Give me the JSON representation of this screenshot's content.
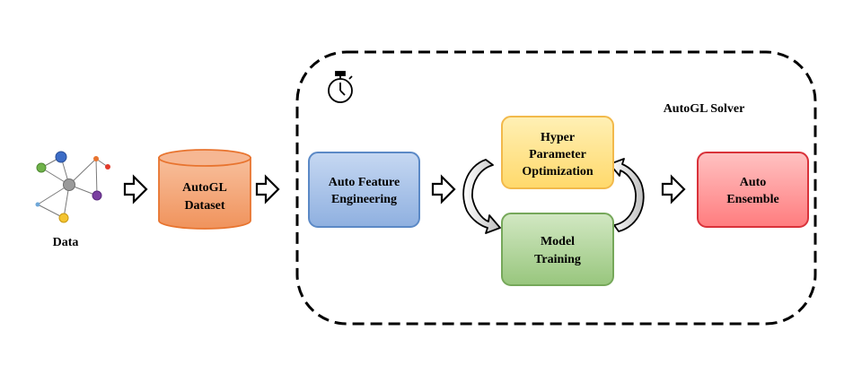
{
  "data_label": "Data",
  "solver_label": "AutoGL Solver",
  "dataset": {
    "line1": "AutoGL",
    "line2": "Dataset"
  },
  "feature_engineering": {
    "line1": "Auto Feature",
    "line2": "Engineering"
  },
  "hpo": {
    "line1": "Hyper",
    "line2": "Parameter",
    "line3": "Optimization"
  },
  "training": {
    "line1": "Model",
    "line2": "Training"
  },
  "ensemble": {
    "line1": "Auto",
    "line2": "Ensemble"
  },
  "icons": {
    "timer": "stopwatch-icon",
    "graph": "graph-network-icon"
  },
  "colors": {
    "dataset_fill": "#F4A67C",
    "dataset_stroke": "#E8742F",
    "feature_fill": "#A9C4EA",
    "feature_stroke": "#5B89C6",
    "hpo_fill": "#FFE48F",
    "hpo_stroke": "#F2B94B",
    "training_fill": "#B7D9A2",
    "training_stroke": "#76A85A",
    "ensemble_fill": "#FF9B9B",
    "ensemble_stroke": "#D9323A"
  }
}
